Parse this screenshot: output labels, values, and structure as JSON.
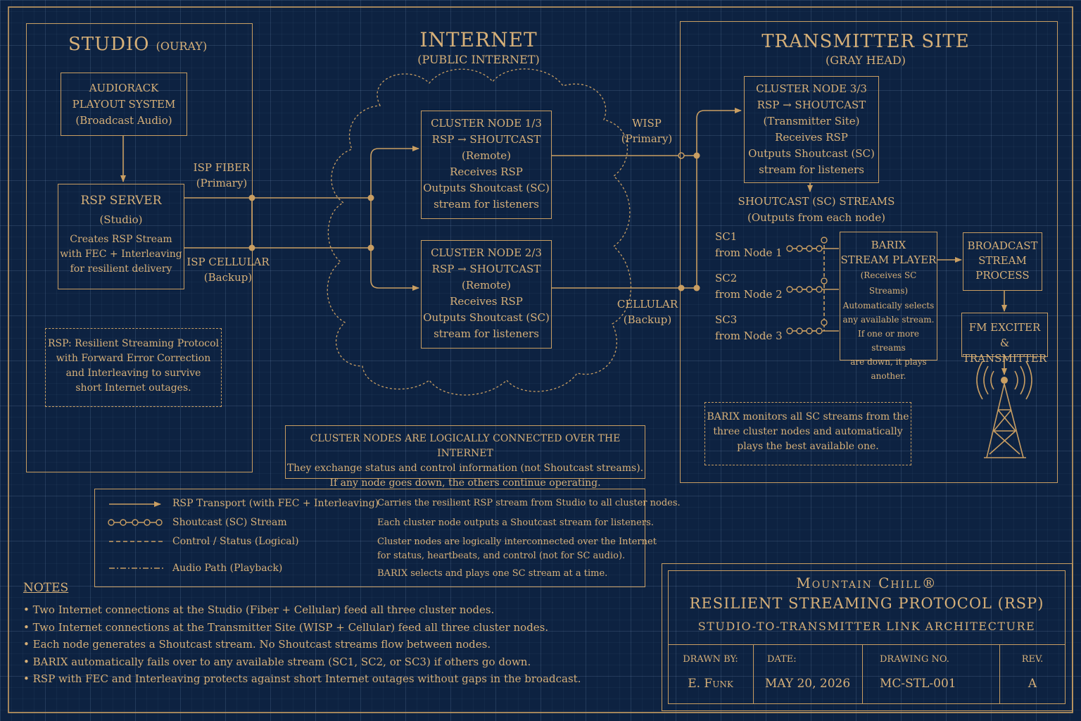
{
  "studio": {
    "title": "STUDIO",
    "subtitle": "(OURAY)",
    "playout": [
      "AUDIORACK",
      "PLAYOUT SYSTEM",
      "(Broadcast Audio)"
    ],
    "rsp_server": [
      "RSP SERVER",
      "(Studio)",
      "Creates RSP Stream",
      "with FEC + Interleaving",
      "for resilient delivery"
    ],
    "note": [
      "RSP: Resilient Streaming Protocol",
      "with Forward Error Correction",
      "and Interleaving to survive",
      "short Internet outages."
    ]
  },
  "links": {
    "isp_fiber": [
      "ISP FIBER",
      "(Primary)"
    ],
    "isp_cellular": [
      "ISP CELLULAR",
      "(Backup)"
    ],
    "wisp": [
      "WISP",
      "(Primary)"
    ],
    "cellular": [
      "CELLULAR",
      "(Backup)"
    ]
  },
  "internet": {
    "title": "INTERNET",
    "subtitle": "(PUBLIC INTERNET)",
    "node1": [
      "CLUSTER NODE 1/3",
      "RSP → SHOUTCAST",
      "(Remote)",
      "Receives RSP",
      "Outputs Shoutcast (SC)",
      "stream for listeners"
    ],
    "node2": [
      "CLUSTER NODE 2/3",
      "RSP → SHOUTCAST",
      "(Remote)",
      "Receives RSP",
      "Outputs Shoutcast (SC)",
      "stream for listeners"
    ]
  },
  "cluster_note": [
    "CLUSTER NODES ARE LOGICALLY CONNECTED OVER THE INTERNET",
    "They exchange status and control information (not Shoutcast streams).",
    "If any node goes down, the others continue operating."
  ],
  "transmitter": {
    "title": "TRANSMITTER SITE",
    "subtitle": "(GRAY HEAD)",
    "node3": [
      "CLUSTER NODE 3/3",
      "RSP → SHOUTCAST",
      "(Transmitter Site)",
      "Receives RSP",
      "Outputs Shoutcast (SC)",
      "stream for listeners"
    ],
    "streams_label": [
      "SHOUTCAST (SC) STREAMS",
      "(Outputs from each node)"
    ],
    "sc": [
      {
        "name": "SC1",
        "from": "from Node 1"
      },
      {
        "name": "SC2",
        "from": "from Node 2"
      },
      {
        "name": "SC3",
        "from": "from Node 3"
      }
    ],
    "barix": [
      "BARIX",
      "STREAM PLAYER",
      "(Receives SC Streams)",
      "Automatically selects",
      "any available stream.",
      "If one or more streams",
      "are down, it plays",
      "another."
    ],
    "broadcast": [
      "BROADCAST",
      "STREAM",
      "PROCESS"
    ],
    "fm": [
      "FM EXCITER",
      "& TRANSMITTER"
    ],
    "barix_note": [
      "BARIX monitors all SC streams from the",
      "three cluster nodes and automatically",
      "plays the best available one."
    ]
  },
  "legend": [
    {
      "label": "RSP Transport (with FEC + Interleaving)",
      "desc": [
        "Carries the resilient RSP stream from Studio to all cluster nodes."
      ]
    },
    {
      "label": "Shoutcast (SC) Stream",
      "desc": [
        "Each cluster node outputs a Shoutcast stream for listeners."
      ]
    },
    {
      "label": "Control / Status (Logical)",
      "desc": [
        "Cluster nodes are logically interconnected over the Internet",
        "for status, heartbeats, and control (not for SC audio)."
      ]
    },
    {
      "label": "Audio Path (Playback)",
      "desc": [
        "BARIX selects and plays one SC stream at a time."
      ]
    }
  ],
  "notes": {
    "heading": "NOTES",
    "items": [
      "Two Internet connections at the Studio (Fiber + Cellular) feed all three cluster nodes.",
      "Two Internet connections at the Transmitter Site (WISP + Cellular) feed all three cluster nodes.",
      "Each node generates a Shoutcast stream. No Shoutcast streams flow between nodes.",
      "BARIX automatically fails over to any available stream (SC1, SC2, or SC3) if others go down.",
      "RSP with FEC and Interleaving protects against short Internet outages without gaps in the broadcast."
    ]
  },
  "title_block": {
    "company": "Mountain Chill®",
    "title": "RESILIENT STREAMING PROTOCOL (RSP)",
    "subtitle": "STUDIO-TO-TRANSMITTER LINK ARCHITECTURE",
    "fields": [
      {
        "label": "DRAWN BY:",
        "value": "E. Funk"
      },
      {
        "label": "DATE:",
        "value": "MAY 20, 2026"
      },
      {
        "label": "DRAWING NO.",
        "value": "MC-STL-001"
      },
      {
        "label": "REV.",
        "value": "A"
      }
    ]
  },
  "colors": {
    "background": "#0d2241",
    "ink": "#d7b078",
    "line": "#c99e62"
  }
}
